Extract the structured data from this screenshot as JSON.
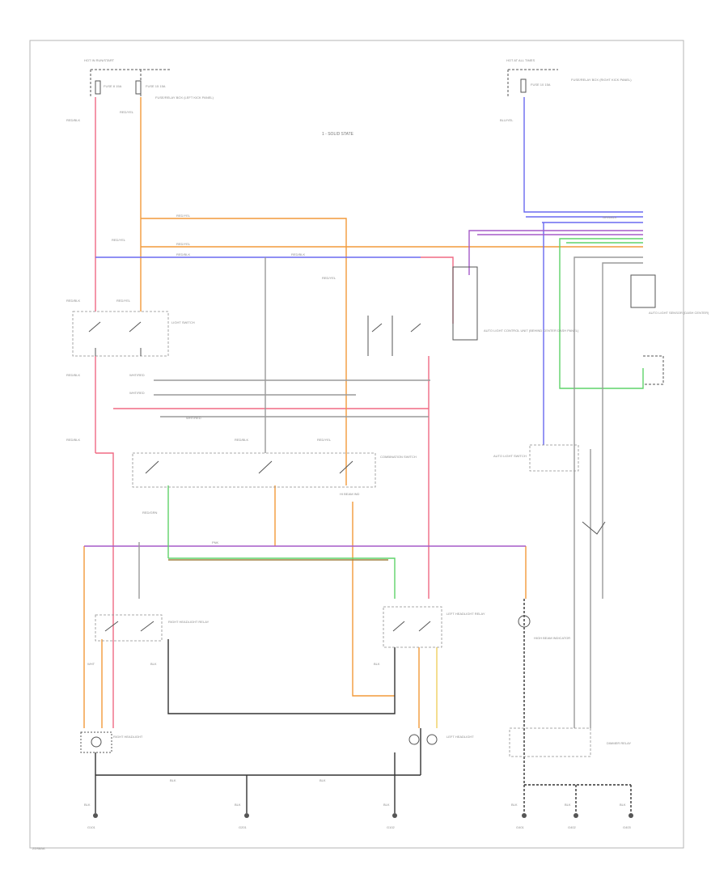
{
  "colors": {
    "red": "#f06a84",
    "orange": "#f29a3a",
    "blue": "#6a6af0",
    "purple": "#a55ac8",
    "green": "#5fd36a",
    "yellow": "#f0d060",
    "brown": "#a08040",
    "black": "#333333",
    "gray": "#9a9a9a"
  },
  "labels": {
    "hot_in_run_left": "HOT IN RUN/START",
    "fuse_a": "FUSE 8 15A",
    "fuse_b": "FUSE 15 15A",
    "fuse_box_left": "FUSE/RELAY BOX (LEFT KICK PANEL)",
    "hot_at_all_times": "HOT AT ALL TIMES",
    "fuse_c": "FUSE 10 15A",
    "fuse_box_right": "FUSE/RELAY BOX (RIGHT KICK PANEL)",
    "center": "1 - SOLID STATE",
    "wire_red_blk": "RED/BLK",
    "wire_red_yel": "RED/YEL",
    "wire_blu_yel": "BLU/YEL",
    "wire_wht_red": "WHT/RED",
    "wire_red_grn": "RED/GRN",
    "wire_pink": "PNK",
    "wire_grn_blk": "GRN/BLK",
    "wire_blk": "BLK",
    "wire_wht": "WHT",
    "light_switch": "LIGHT SWITCH",
    "combination_switch": "COMBINATION SWITCH",
    "hi_beam": "HI BEAM IND",
    "auto_light_unit": "AUTO LIGHT CONTROL UNIT (BEHIND CENTER DASH PANEL)",
    "auto_light_sensor": "AUTO LIGHT SENSOR (DASH CENTER)",
    "auto_light_switch": "AUTO LIGHT SWITCH",
    "right_headlight_relay": "RIGHT HEADLIGHT RELAY",
    "left_headlight_relay": "LEFT HEADLIGHT RELAY",
    "high_beam_indicator": "HIGH BEAM INDICATOR",
    "dim_relay": "DIMMER RELAY",
    "right_headlight": "RIGHT HEADLIGHT",
    "left_headlight": "LEFT HEADLIGHT",
    "g1": "G101",
    "g2": "G201",
    "g3": "G102",
    "g4": "G401",
    "g5": "G402",
    "g6": "G403",
    "footer": "ZDS8AA"
  }
}
